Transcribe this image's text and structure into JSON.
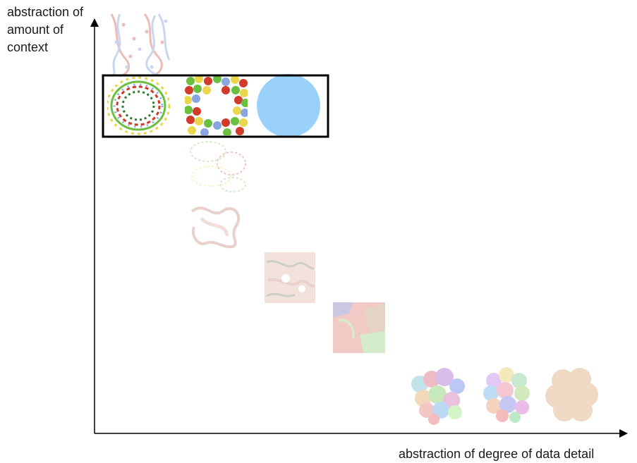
{
  "axes": {
    "y_label_lines": [
      "abstraction of",
      "amount of",
      "context"
    ],
    "x_label": "abstraction of degree of data detail"
  },
  "colors": {
    "axis": "#000000",
    "highlight_box": "#000000",
    "sphere": "#99d1fb",
    "dna_red": "#d96b63",
    "dna_blue": "#8aa6e0",
    "atom_green": "#6abf3e",
    "atom_yellow": "#ead64a",
    "atom_red": "#d23a2a",
    "blob_beige": "#efd9c4"
  },
  "icons": [
    "dna-helix-icon",
    "nucleosome-atomic-icon",
    "nucleosome-spacefill-icon",
    "sphere-icon",
    "chromatin-faded-icon",
    "chromatin-fiber-icon",
    "chromosome-territory-icon",
    "nucleus-colored-icon",
    "domain-cluster-icon",
    "domain-spheres-icon",
    "nucleus-blob-icon"
  ]
}
